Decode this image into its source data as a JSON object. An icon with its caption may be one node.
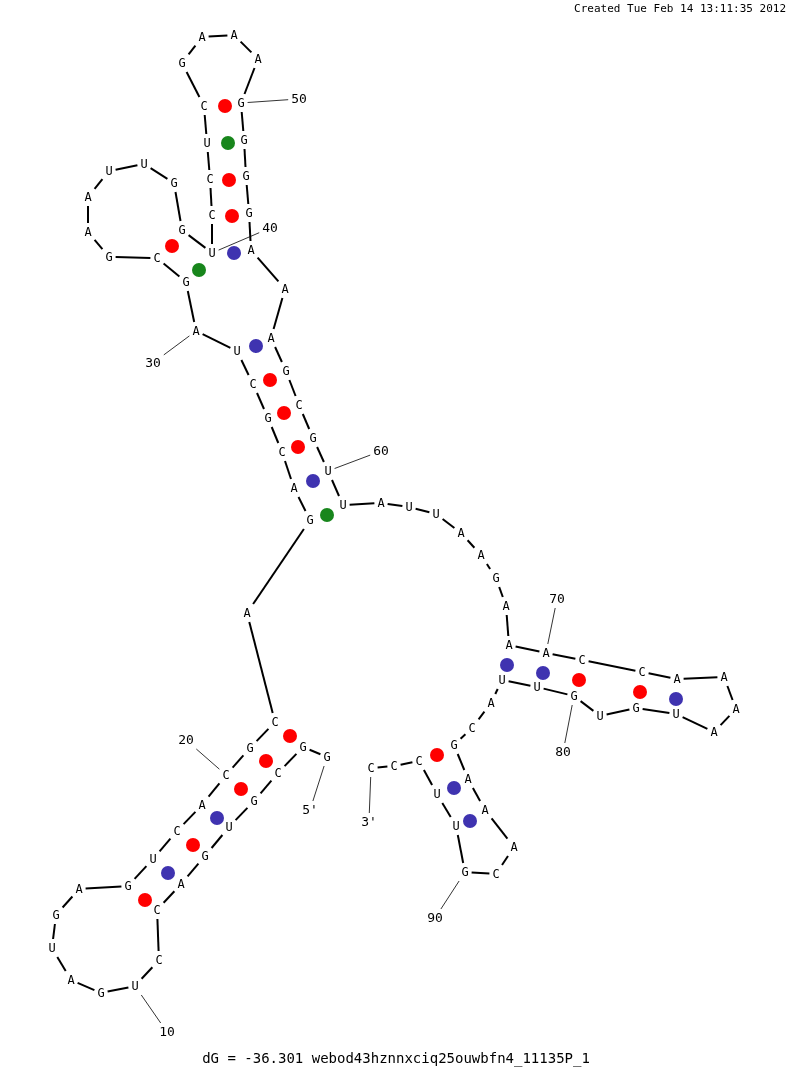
{
  "diagram": {
    "caption": "dG = -36.301 webod43hznnxciq25ouwbfn4_11135P_1",
    "nodes": [
      {
        "text": [
          "G"
        ]
      },
      {
        "text": [
          "G"
        ]
      },
      {
        "text": [
          "C"
        ]
      },
      {
        "text": [
          "G"
        ]
      },
      {
        "text": [
          "U"
        ]
      },
      {
        "text": [
          "G"
        ]
      },
      {
        "text": [
          "A"
        ]
      },
      {
        "text": [
          "C"
        ]
      },
      {
        "text": [
          "C"
        ]
      },
      {
        "text": [
          "U"
        ]
      },
      {
        "text": [
          "G"
        ]
      },
      {
        "text": [
          "A"
        ]
      },
      {
        "text": [
          "U"
        ]
      },
      {
        "text": [
          "G"
        ]
      },
      {
        "text": [
          "A"
        ]
      },
      {
        "text": [
          "G"
        ]
      },
      {
        "text": [
          "U"
        ]
      },
      {
        "text": [
          "C"
        ]
      },
      {
        "text": [
          "A"
        ]
      },
      {
        "text": [
          "C"
        ]
      },
      {
        "text": [
          "G"
        ]
      },
      {
        "text": [
          "C"
        ]
      },
      {
        "text": [
          "A"
        ]
      },
      {
        "text": [
          "G"
        ]
      },
      {
        "text": [
          "A"
        ]
      },
      {
        "text": [
          "C"
        ]
      },
      {
        "text": [
          "G"
        ]
      },
      {
        "text": [
          "C"
        ]
      },
      {
        "text": [
          "U"
        ]
      },
      {
        "text": [
          "A"
        ]
      },
      {
        "text": [
          "G"
        ]
      },
      {
        "text": [
          "C"
        ]
      },
      {
        "text": [
          "G"
        ]
      },
      {
        "text": [
          "A"
        ]
      },
      {
        "text": [
          "A"
        ]
      },
      {
        "text": [
          "U"
        ]
      },
      {
        "text": [
          "U"
        ]
      },
      {
        "text": [
          "G"
        ]
      },
      {
        "text": [
          "G"
        ]
      },
      {
        "text": [
          "U"
        ]
      },
      {
        "text": [
          "C"
        ]
      },
      {
        "text": [
          "C"
        ]
      },
      {
        "text": [
          "U"
        ]
      },
      {
        "text": [
          "C"
        ]
      },
      {
        "text": [
          "G"
        ]
      },
      {
        "text": [
          "A"
        ]
      },
      {
        "text": [
          "A"
        ]
      },
      {
        "text": [
          "A"
        ]
      },
      {
        "text": [
          "G"
        ]
      },
      {
        "text": [
          "G"
        ]
      },
      {
        "text": [
          "G"
        ]
      },
      {
        "text": [
          "G"
        ]
      },
      {
        "text": [
          "A"
        ]
      },
      {
        "text": [
          "A"
        ]
      },
      {
        "text": [
          "A"
        ]
      },
      {
        "text": [
          "G"
        ]
      },
      {
        "text": [
          "C"
        ]
      },
      {
        "text": [
          "G"
        ]
      },
      {
        "text": [
          "U"
        ]
      },
      {
        "text": [
          "U"
        ]
      },
      {
        "text": [
          "A"
        ]
      },
      {
        "text": [
          "U"
        ]
      },
      {
        "text": [
          "U"
        ]
      },
      {
        "text": [
          "A"
        ]
      },
      {
        "text": [
          "A"
        ]
      },
      {
        "text": [
          "G"
        ]
      },
      {
        "text": [
          "A"
        ]
      },
      {
        "text": [
          "A"
        ]
      },
      {
        "text": [
          "A"
        ]
      },
      {
        "text": [
          "C"
        ]
      },
      {
        "text": [
          "C"
        ]
      },
      {
        "text": [
          "A"
        ]
      },
      {
        "text": [
          "A"
        ]
      },
      {
        "text": [
          "A"
        ]
      },
      {
        "text": [
          "A"
        ]
      },
      {
        "text": [
          "U"
        ]
      },
      {
        "text": [
          "G"
        ]
      },
      {
        "text": [
          "U"
        ]
      },
      {
        "text": [
          "G"
        ]
      },
      {
        "text": [
          "U"
        ]
      },
      {
        "text": [
          "U"
        ]
      },
      {
        "text": [
          "A"
        ]
      },
      {
        "text": [
          "C"
        ]
      },
      {
        "text": [
          "G"
        ]
      },
      {
        "text": [
          "A"
        ]
      },
      {
        "text": [
          "A"
        ]
      },
      {
        "text": [
          "A"
        ]
      },
      {
        "text": [
          "C"
        ]
      },
      {
        "text": [
          "G"
        ]
      },
      {
        "text": [
          "U"
        ]
      },
      {
        "text": [
          "U"
        ]
      },
      {
        "text": [
          "C"
        ]
      },
      {
        "text": [
          "C"
        ]
      },
      {
        "text": [
          "C"
        ]
      },
      {
        "text": [
          "5'"
        ]
      },
      {
        "text": [
          "10"
        ]
      },
      {
        "text": [
          "20"
        ]
      },
      {
        "text": [
          "30"
        ]
      },
      {
        "text": [
          "40"
        ]
      },
      {
        "text": [
          "50"
        ]
      },
      {
        "text": [
          "60"
        ]
      },
      {
        "text": [
          "70"
        ]
      },
      {
        "text": [
          "80"
        ]
      },
      {
        "text": [
          "90"
        ]
      },
      {
        "text": [
          "3'"
        ]
      }
    ],
    "edges": [
      {
        "from": 0,
        "to": 1,
        "arrow": "none"
      },
      {
        "from": 1,
        "to": 2,
        "arrow": "none"
      },
      {
        "from": 2,
        "to": 3,
        "arrow": "none"
      },
      {
        "from": 3,
        "to": 4,
        "arrow": "none"
      },
      {
        "from": 4,
        "to": 5,
        "arrow": "none"
      },
      {
        "from": 5,
        "to": 6,
        "arrow": "none"
      },
      {
        "from": 6,
        "to": 7,
        "arrow": "none"
      },
      {
        "from": 7,
        "to": 8,
        "arrow": "none"
      },
      {
        "from": 8,
        "to": 9,
        "arrow": "none"
      },
      {
        "from": 9,
        "to": 10,
        "arrow": "none"
      },
      {
        "from": 10,
        "to": 11,
        "arrow": "none"
      },
      {
        "from": 11,
        "to": 12,
        "arrow": "none"
      },
      {
        "from": 12,
        "to": 13,
        "arrow": "none"
      },
      {
        "from": 13,
        "to": 14,
        "arrow": "none"
      },
      {
        "from": 14,
        "to": 15,
        "arrow": "none"
      },
      {
        "from": 15,
        "to": 16,
        "arrow": "none"
      },
      {
        "from": 16,
        "to": 17,
        "arrow": "none"
      },
      {
        "from": 17,
        "to": 18,
        "arrow": "none"
      },
      {
        "from": 18,
        "to": 19,
        "arrow": "none"
      },
      {
        "from": 19,
        "to": 20,
        "arrow": "none"
      },
      {
        "from": 20,
        "to": 21,
        "arrow": "none"
      },
      {
        "from": 21,
        "to": 22,
        "arrow": "none"
      },
      {
        "from": 22,
        "to": 23,
        "arrow": "none"
      },
      {
        "from": 23,
        "to": 24,
        "arrow": "none"
      },
      {
        "from": 24,
        "to": 25,
        "arrow": "none"
      },
      {
        "from": 25,
        "to": 26,
        "arrow": "none"
      },
      {
        "from": 26,
        "to": 27,
        "arrow": "none"
      },
      {
        "from": 27,
        "to": 28,
        "arrow": "none"
      },
      {
        "from": 28,
        "to": 29,
        "arrow": "none"
      },
      {
        "from": 29,
        "to": 30,
        "arrow": "none"
      },
      {
        "from": 30,
        "to": 31,
        "arrow": "none"
      },
      {
        "from": 31,
        "to": 32,
        "arrow": "none"
      },
      {
        "from": 32,
        "to": 33,
        "arrow": "none"
      },
      {
        "from": 33,
        "to": 34,
        "arrow": "none"
      },
      {
        "from": 34,
        "to": 35,
        "arrow": "none"
      },
      {
        "from": 35,
        "to": 36,
        "arrow": "none"
      },
      {
        "from": 36,
        "to": 37,
        "arrow": "none"
      },
      {
        "from": 37,
        "to": 38,
        "arrow": "none"
      },
      {
        "from": 38,
        "to": 39,
        "arrow": "none"
      },
      {
        "from": 39,
        "to": 40,
        "arrow": "none"
      },
      {
        "from": 40,
        "to": 41,
        "arrow": "none"
      },
      {
        "from": 41,
        "to": 42,
        "arrow": "none"
      },
      {
        "from": 42,
        "to": 43,
        "arrow": "none"
      },
      {
        "from": 43,
        "to": 44,
        "arrow": "none"
      },
      {
        "from": 44,
        "to": 45,
        "arrow": "none"
      },
      {
        "from": 45,
        "to": 46,
        "arrow": "none"
      },
      {
        "from": 46,
        "to": 47,
        "arrow": "none"
      },
      {
        "from": 47,
        "to": 48,
        "arrow": "none"
      },
      {
        "from": 48,
        "to": 49,
        "arrow": "none"
      },
      {
        "from": 49,
        "to": 50,
        "arrow": "none"
      },
      {
        "from": 50,
        "to": 51,
        "arrow": "none"
      },
      {
        "from": 51,
        "to": 52,
        "arrow": "none"
      },
      {
        "from": 52,
        "to": 53,
        "arrow": "none"
      },
      {
        "from": 53,
        "to": 54,
        "arrow": "none"
      },
      {
        "from": 54,
        "to": 55,
        "arrow": "none"
      },
      {
        "from": 55,
        "to": 56,
        "arrow": "none"
      },
      {
        "from": 56,
        "to": 57,
        "arrow": "none"
      },
      {
        "from": 57,
        "to": 58,
        "arrow": "none"
      },
      {
        "from": 58,
        "to": 59,
        "arrow": "none"
      },
      {
        "from": 59,
        "to": 60,
        "arrow": "none"
      },
      {
        "from": 60,
        "to": 61,
        "arrow": "none"
      },
      {
        "from": 61,
        "to": 62,
        "arrow": "none"
      },
      {
        "from": 62,
        "to": 63,
        "arrow": "none"
      },
      {
        "from": 63,
        "to": 64,
        "arrow": "none"
      },
      {
        "from": 64,
        "to": 65,
        "arrow": "none"
      },
      {
        "from": 65,
        "to": 66,
        "arrow": "none"
      },
      {
        "from": 66,
        "to": 67,
        "arrow": "none"
      },
      {
        "from": 67,
        "to": 68,
        "arrow": "none"
      },
      {
        "from": 68,
        "to": 69,
        "arrow": "none"
      },
      {
        "from": 69,
        "to": 70,
        "arrow": "none"
      },
      {
        "from": 70,
        "to": 71,
        "arrow": "none"
      },
      {
        "from": 71,
        "to": 72,
        "arrow": "none"
      },
      {
        "from": 72,
        "to": 73,
        "arrow": "none"
      },
      {
        "from": 73,
        "to": 74,
        "arrow": "none"
      },
      {
        "from": 74,
        "to": 75,
        "arrow": "none"
      },
      {
        "from": 75,
        "to": 76,
        "arrow": "none"
      },
      {
        "from": 76,
        "to": 77,
        "arrow": "none"
      },
      {
        "from": 77,
        "to": 78,
        "arrow": "none"
      },
      {
        "from": 78,
        "to": 79,
        "arrow": "none"
      },
      {
        "from": 79,
        "to": 80,
        "arrow": "none"
      },
      {
        "from": 80,
        "to": 81,
        "arrow": "none"
      },
      {
        "from": 81,
        "to": 82,
        "arrow": "none"
      },
      {
        "from": 82,
        "to": 83,
        "arrow": "none"
      },
      {
        "from": 83,
        "to": 84,
        "arrow": "none"
      },
      {
        "from": 84,
        "to": 85,
        "arrow": "none"
      },
      {
        "from": 85,
        "to": 86,
        "arrow": "none"
      },
      {
        "from": 86,
        "to": 87,
        "arrow": "none"
      },
      {
        "from": 87,
        "to": 88,
        "arrow": "none"
      },
      {
        "from": 88,
        "to": 89,
        "arrow": "none"
      },
      {
        "from": 89,
        "to": 90,
        "arrow": "none"
      },
      {
        "from": 90,
        "to": 91,
        "arrow": "none"
      },
      {
        "from": 91,
        "to": 92,
        "arrow": "none"
      },
      {
        "from": 92,
        "to": 93,
        "arrow": "none"
      },
      {
        "from": 94,
        "to": 0,
        "arrow": "none"
      },
      {
        "from": 95,
        "to": 9,
        "arrow": "none"
      },
      {
        "from": 96,
        "to": 19,
        "arrow": "none"
      },
      {
        "from": 97,
        "to": 29,
        "arrow": "none"
      },
      {
        "from": 98,
        "to": 39,
        "arrow": "none"
      },
      {
        "from": 99,
        "to": 48,
        "arrow": "none"
      },
      {
        "from": 100,
        "to": 58,
        "arrow": "none"
      },
      {
        "from": 101,
        "to": 68,
        "arrow": "none"
      },
      {
        "from": 102,
        "to": 78,
        "arrow": "none"
      },
      {
        "from": 103,
        "to": 88,
        "arrow": "none"
      },
      {
        "from": 104,
        "to": 93,
        "arrow": "none"
      }
    ],
    "labels": [
      "Created Tue Feb 14 13:11:35 2012"
    ]
  }
}
